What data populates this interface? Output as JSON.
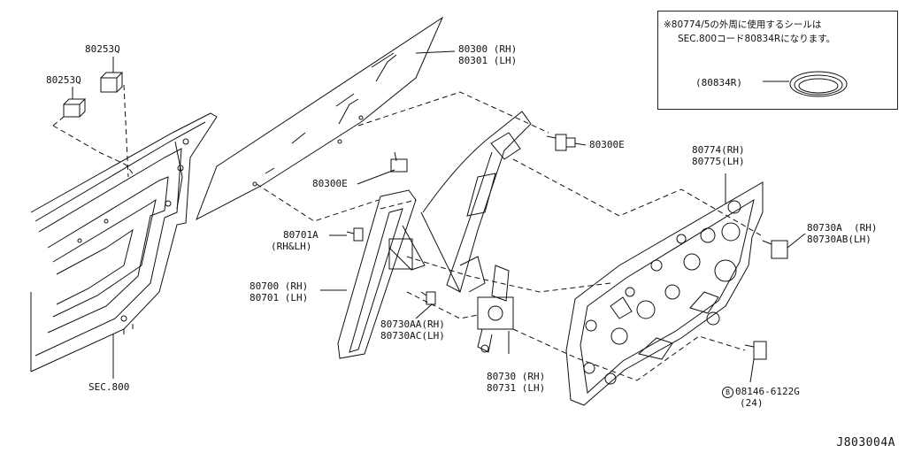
{
  "note": {
    "line1": "※80774/5の外周に使用するシールは",
    "line2": "SEC.800コード80834Rになります。",
    "part": "(80834R)"
  },
  "labels": {
    "p80253q_top": "80253Q",
    "p80253q_left": "80253Q",
    "p80300_rh": "80300 (RH)",
    "p80301_lh": "80301 (LH)",
    "p80300e_right": "80300E",
    "p80300e_left": "80300E",
    "p80774_rh": "80774(RH)",
    "p80775_lh": "80775(LH)",
    "p80730a_rh": "80730A  (RH)",
    "p80730ab_lh": "80730AB(LH)",
    "p80701a": "80701A",
    "p80701a_side": "(RH&LH)",
    "p80700_rh": "80700 (RH)",
    "p80701_lh": "80701 (LH)",
    "p80730aa_rh": "80730AA(RH)",
    "p80730ac_lh": "80730AC(LH)",
    "p80730_rh": "80730 (RH)",
    "p80731_lh": "80731 (LH)",
    "bolt_circle": "B",
    "bolt_part": "08146-6122G",
    "bolt_qty": "(24)",
    "sec800": "SEC.800"
  },
  "diagram_code": "J803004A"
}
